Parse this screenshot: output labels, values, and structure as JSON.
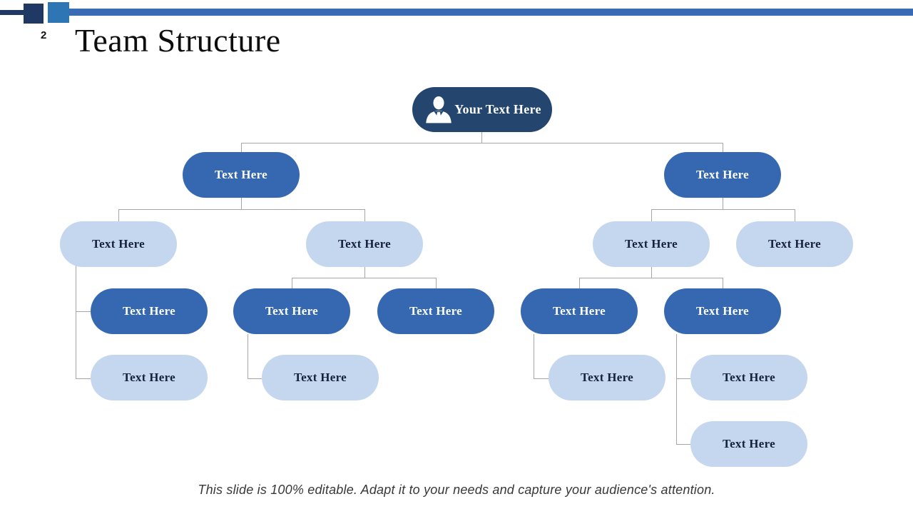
{
  "slide": {
    "page_number": "2",
    "title": "Team Structure",
    "footer": "This slide is 100% editable. Adapt it to your needs and capture your audience's attention."
  },
  "colors": {
    "dark_navy": "#1F3864",
    "accent_blue": "#2E75B6",
    "bar_blue": "#3A6CB5",
    "node_dark": "#24466E",
    "node_medium": "#3568B1",
    "node_light": "#C5D7EE",
    "node_light_text": "#16213A",
    "connector": "#A6A6A6"
  },
  "org_chart": {
    "root": {
      "label": "Your Text Here",
      "icon": "person-icon",
      "tier": "dark"
    },
    "nodes": [
      {
        "label": "Text Here",
        "tier": "medium",
        "level": 2
      },
      {
        "label": "Text Here",
        "tier": "medium",
        "level": 2
      },
      {
        "label": "Text Here",
        "tier": "light",
        "level": 3
      },
      {
        "label": "Text Here",
        "tier": "light",
        "level": 3
      },
      {
        "label": "Text Here",
        "tier": "light",
        "level": 3
      },
      {
        "label": "Text Here",
        "tier": "light",
        "level": 3
      },
      {
        "label": "Text Here",
        "tier": "medium",
        "level": 4
      },
      {
        "label": "Text Here",
        "tier": "medium",
        "level": 4
      },
      {
        "label": "Text Here",
        "tier": "medium",
        "level": 4
      },
      {
        "label": "Text Here",
        "tier": "medium",
        "level": 4
      },
      {
        "label": "Text Here",
        "tier": "medium",
        "level": 4
      },
      {
        "label": "Text Here",
        "tier": "light",
        "level": 5
      },
      {
        "label": "Text Here",
        "tier": "light",
        "level": 5
      },
      {
        "label": "Text Here",
        "tier": "light",
        "level": 5
      },
      {
        "label": "Text Here",
        "tier": "light",
        "level": 5
      },
      {
        "label": "Text Here",
        "tier": "light",
        "level": 5
      }
    ]
  }
}
